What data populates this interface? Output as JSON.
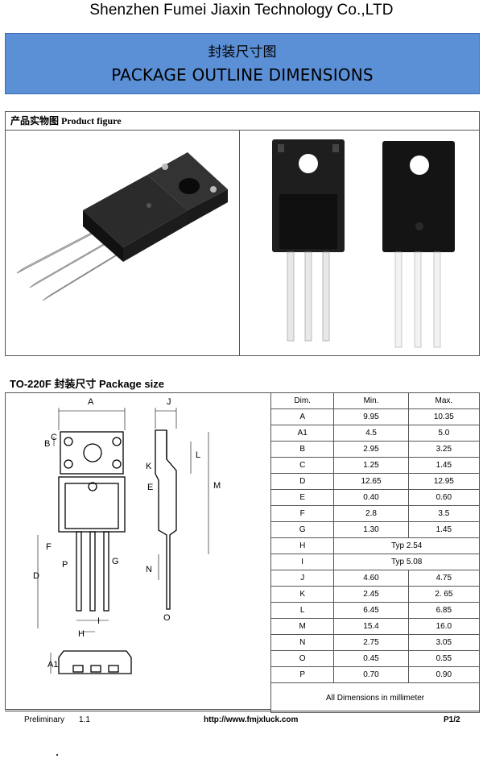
{
  "header": {
    "company": "Shenzhen Fumei Jiaxin Technology Co.,LTD",
    "title_cn": "封装尺寸图",
    "title_en": "PACKAGE OUTLINE DIMENSIONS"
  },
  "product_figure": {
    "label": "产品实物图    Product figure"
  },
  "package": {
    "title": "TO-220F  封装尺寸 Package size",
    "drawing_labels": [
      "A",
      "B",
      "C",
      "D",
      "E",
      "F",
      "G",
      "H",
      "I",
      "J",
      "K",
      "L",
      "M",
      "N",
      "O",
      "P",
      "A1"
    ]
  },
  "table": {
    "headers": [
      "Dim.",
      "Min.",
      "Max."
    ],
    "rows": [
      [
        "A",
        "9.95",
        "10.35"
      ],
      [
        "A1",
        "4.5",
        "5.0"
      ],
      [
        "B",
        "2.95",
        "3.25"
      ],
      [
        "C",
        "1.25",
        "1.45"
      ],
      [
        "D",
        "12.65",
        "12.95"
      ],
      [
        "E",
        "0.40",
        "0.60"
      ],
      [
        "F",
        "2.8",
        "3.5"
      ],
      [
        "G",
        "1.30",
        "1.45"
      ],
      [
        "H",
        "Typ 2.54"
      ],
      [
        "I",
        "Typ 5.08"
      ],
      [
        "J",
        "4.60",
        "4.75"
      ],
      [
        "K",
        "2.45",
        "2. 65"
      ],
      [
        "L",
        "6.45",
        "6.85"
      ],
      [
        "M",
        "15.4",
        "16.0"
      ],
      [
        "N",
        "2.75",
        "3.05"
      ],
      [
        "O",
        "0.45",
        "0.55"
      ],
      [
        "P",
        "0.70",
        "0.90"
      ]
    ],
    "note": "All Dimensions in millimeter"
  },
  "footer": {
    "status": "Preliminary",
    "version": "1.1",
    "url": "http://www.fmjxluck.com",
    "page": "P1/2"
  },
  "colors": {
    "banner": "#5b8fd6",
    "package_body": "#1a1a1a",
    "lead": "#d9d9d9"
  }
}
